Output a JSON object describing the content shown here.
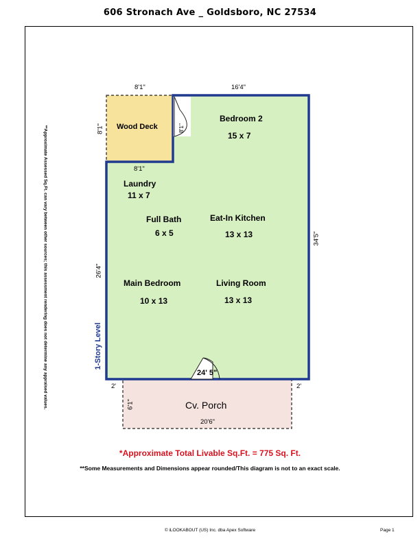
{
  "header": {
    "address": "606 Stronach Ave _ Goldsboro, NC 27534"
  },
  "side_note": "**Approximate Assessed Sq.Ft. can vary between other sources; this assessment rendering does not determine any appraised values.",
  "level_label": "1-Story Level",
  "dimensions": {
    "deck_top": "8'1\"",
    "deck_left": "8'1\"",
    "deck_bottom": "8'1\"",
    "deck_right": "8'1\"",
    "top_right": "16'4\"",
    "right": "34'5\"",
    "left": "26'4\"",
    "bottom": "24' 5\"",
    "porch_left_gap": "2'",
    "porch_right_gap": "2'",
    "porch_depth": "6'1\"",
    "porch_width": "20'6\""
  },
  "rooms": {
    "wood_deck": {
      "name": "Wood Deck"
    },
    "bedroom2": {
      "name": "Bedroom 2",
      "size": "15 x 7"
    },
    "laundry": {
      "name": "Laundry",
      "size": "11 x 7"
    },
    "full_bath": {
      "name": "Full Bath",
      "size": "6 x 5"
    },
    "kitchen": {
      "name": "Eat-In Kitchen",
      "size": "13 x 13"
    },
    "main_bedroom": {
      "name": "Main Bedroom",
      "size": "10 x 13"
    },
    "living_room": {
      "name": "Living Room",
      "size": "13 x 13"
    },
    "porch": {
      "name": "Cv. Porch"
    }
  },
  "total": "*Approximate Total Livable Sq.Ft.  =  775 Sq. Ft.",
  "note": "**Some Measurements and Dimensions appear  rounded/This diagram is not to an exact scale.",
  "footer": {
    "copyright": "© iLOOKABOUT (US) Inc. dba Apex Software",
    "page": "Page 1"
  },
  "colors": {
    "living_fill": "#d7f0c1",
    "deck_fill": "#f8e39d",
    "porch_fill": "#f5e3e0",
    "wall": "#1f3a8f",
    "total_text": "#d6121e"
  }
}
